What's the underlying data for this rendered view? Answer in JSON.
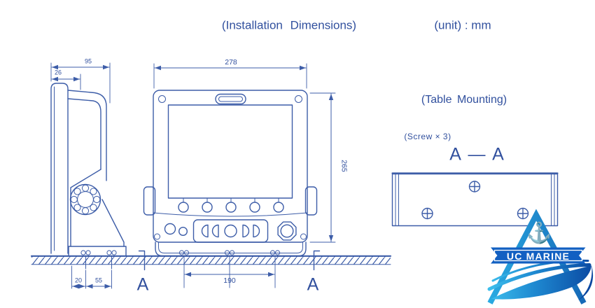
{
  "header": {
    "title": "(Installation Dimensions)",
    "unit_label": "(unit) : mm"
  },
  "side_view": {
    "dim_depth": "95",
    "dim_panel_thickness": "26",
    "dim_foot_to_screw": "20",
    "dim_screw_spacing": "55"
  },
  "front_view": {
    "dim_width": "278",
    "dim_height": "265",
    "dim_screw_spacing": "190",
    "section_marker_left": "A",
    "section_marker_right": "A"
  },
  "section_view": {
    "title": "(Table Mounting)",
    "screw_note": "(Screw × 3)",
    "label": "A — A",
    "screw_count": "3"
  },
  "logo": {
    "text": "UC MARINE",
    "anchor_icon": "⚓"
  },
  "colors": {
    "line": "#3d5da8",
    "text": "#31509e",
    "logo_light_blue": "#3ec1ee",
    "logo_dark_blue": "#0a47a0",
    "ribbon_blue": "#1260c2"
  }
}
